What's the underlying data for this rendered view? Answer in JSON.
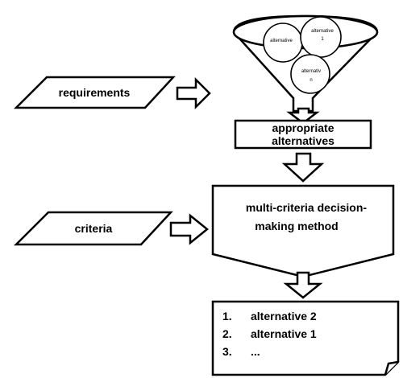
{
  "inputs": {
    "requirements": "requirements",
    "criteria": "criteria"
  },
  "funnel": {
    "alternatives": [
      {
        "line1": "alternative",
        "line2": ""
      },
      {
        "line1": "alternative",
        "line2": "1"
      },
      {
        "line1": "alternativ",
        "line2": "n"
      }
    ]
  },
  "appropriate_box": {
    "line1": "appropriate",
    "line2": "alternatives"
  },
  "mcdm_box": {
    "line1": "multi-criteria decision-",
    "line2": "making method"
  },
  "result_list": {
    "items": [
      {
        "num": "1.",
        "label": "alternative 2"
      },
      {
        "num": "2.",
        "label": "alternative 1"
      },
      {
        "num": "3.",
        "label": "..."
      }
    ]
  }
}
